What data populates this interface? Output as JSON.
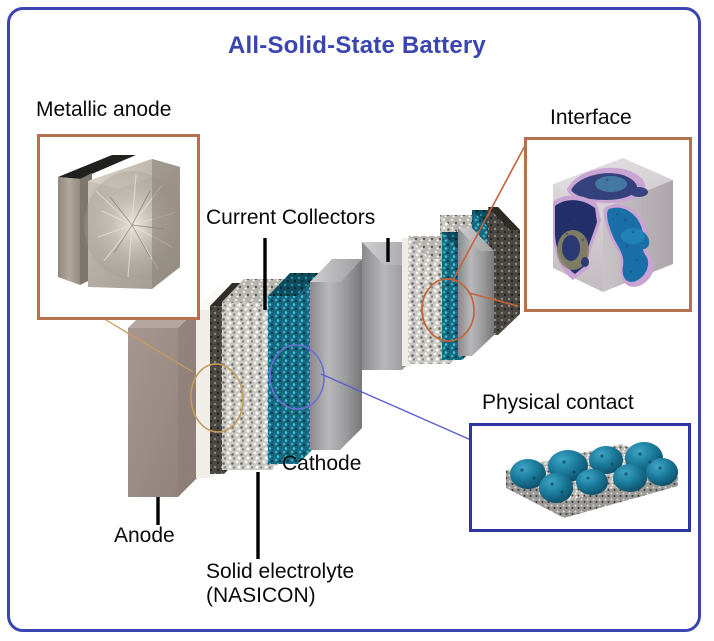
{
  "figure": {
    "title": "All-Solid-State Battery",
    "frame_color": "#3a45b0",
    "background": "#ffffff"
  },
  "insets": [
    {
      "id": "metallic-anode",
      "title": "Metallic anode",
      "border_color": "#b5714f",
      "content_description": "SEM-style 3D render of a metal foil anode with dendritic lithium growth on its face",
      "leader_color": "#c79a5e"
    },
    {
      "id": "interface",
      "title": "Interface",
      "border_color": "#b5714f",
      "content_description": "3D tomography cube showing interpenetrating dark blue and violet interphase regions",
      "leader_color": "#c4643c"
    },
    {
      "id": "physical-contact",
      "title": "Physical contact",
      "border_color": "#2e35a0",
      "content_description": "Teal cathode particles resting on a granular solid electrolyte slab",
      "leader_color": "#5a5ecd"
    }
  ],
  "stack_labels": [
    {
      "id": "current-collectors",
      "text": "Current Collectors",
      "leader_color": "#000000"
    },
    {
      "id": "cathode",
      "text": "Cathode",
      "leader_color": "#000000"
    },
    {
      "id": "anode",
      "text": "Anode",
      "leader_color": "#000000"
    },
    {
      "id": "solid-electrolyte",
      "text": "Solid electrolyte\n(NASICON)",
      "leader_color": "#000000"
    }
  ],
  "stack": {
    "description": "Exploded isometric view of repeating all-solid-state battery unit cells",
    "layer_types": [
      {
        "name": "anode",
        "color": "#a0918a"
      },
      {
        "name": "current-collector",
        "color": "#9a9a9c"
      },
      {
        "name": "solid-electrolyte",
        "color": "#cdcbc6"
      },
      {
        "name": "cathode",
        "color": "#156b80"
      },
      {
        "name": "interlayer",
        "color": "#4d4a46"
      }
    ]
  },
  "callouts": [
    {
      "id": "anode-electrolyte-callout",
      "color": "#c79a5e"
    },
    {
      "id": "cathode-electrolyte-callout",
      "color": "#6b6ed2"
    },
    {
      "id": "interface-callout",
      "color": "#c4643c"
    }
  ]
}
